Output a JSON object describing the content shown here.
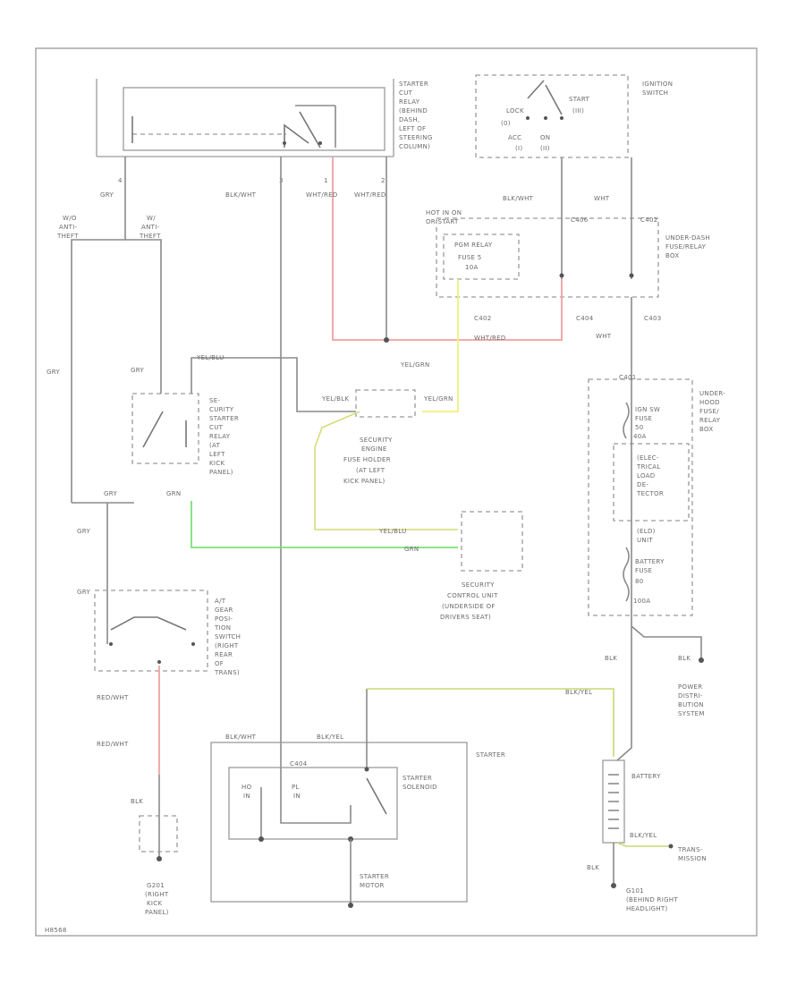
{
  "colors": {
    "wire": "#8a8a8a",
    "wire_red": "#f0a0a0",
    "wire_yellow": "#f2f07a",
    "wire_green": "#7de07a",
    "wire_yellow_green": "#c8d870",
    "frame": "#9a9a9a"
  },
  "components": {
    "starter_cut_relay": [
      "STARTER",
      "CUT",
      "RELAY",
      "(BEHIND",
      "DASH,",
      "LEFT OF",
      "STEERING",
      "COLUMN)"
    ],
    "ignition_switch": [
      "IGNITION",
      "SWITCH"
    ],
    "switch_positions": {
      "lock": "LOCK",
      "lock_num": "(0)",
      "acc": "ACC",
      "acc_num": "(I)",
      "on": "ON",
      "on_num": "(II)",
      "start": "START",
      "start_num": "(III)"
    },
    "underdash_box": [
      "UNDER-DASH",
      "FUSE/RELAY",
      "BOX"
    ],
    "hot_in_on": [
      "HOT IN ON",
      "OR START"
    ],
    "fuse5": [
      "FUSE 5",
      "10A"
    ],
    "pgm_relay": "PGM RELAY",
    "underhood_box": [
      "UNDER-",
      "HOOD",
      "FUSE/",
      "RELAY",
      "BOX"
    ],
    "ign_sw_fuse": [
      "IGN SW",
      "FUSE",
      "50",
      "40A"
    ],
    "elec_load": [
      "(ELEC-",
      "TRICAL",
      "LOAD",
      "DE-",
      "TECTOR",
      "(ELD)",
      "UNIT"
    ],
    "battery_fuse": [
      "BATTERY",
      "FUSE",
      "80",
      "100A"
    ],
    "security_starter_cut": [
      "SE-",
      "CURITY",
      "STARTER",
      "CUT",
      "RELAY",
      "(AT",
      "LEFT",
      "KICK",
      "PANEL)"
    ],
    "security_fuse_holder": [
      "SECURITY",
      "ENGINE",
      "FUSE HOLDER",
      "(AT LEFT",
      "KICK PANEL)"
    ],
    "security_control_unit": [
      "SECURITY",
      "CONTROL UNIT",
      "(UNDERSIDE OF",
      "DRIVERS SEAT)"
    ],
    "gear_switch": [
      "A/T",
      "GEAR",
      "POSI-",
      "TION",
      "SWITCH",
      "(RIGHT",
      "REAR",
      "OF",
      "TRANS)"
    ],
    "power_distribution": [
      "POWER",
      "DISTRI-",
      "BUTION",
      "SYSTEM"
    ],
    "battery": "BATTERY",
    "starter": "STARTER",
    "starter_solenoid": [
      "STARTER",
      "SOLENOID"
    ],
    "starter_motor": [
      "STARTER",
      "MOTOR"
    ],
    "hold_in": [
      "HO",
      "IN"
    ],
    "pull_in": [
      "PL",
      "IN"
    ],
    "transmission": [
      "TRANS-",
      "MISSION"
    ],
    "g201": [
      "G201",
      "(RIGHT",
      "KICK",
      "PANEL)"
    ],
    "g101": [
      "G101",
      "(BEHIND RIGHT",
      "HEADLIGHT)"
    ],
    "mt_safety": [
      "W/O",
      "ANTI-",
      "THEFT"
    ],
    "at_antitheft": [
      "W/",
      "ANTI-",
      "THEFT"
    ]
  },
  "wires": {
    "gry": "GRY",
    "blk_wht": "BLK/WHT",
    "wht_red": "WHT/RED",
    "wht": "WHT",
    "yel_grn": "YEL/GRN",
    "yel_blk": "YEL/BLK",
    "wht_red_long": "WHT/RED",
    "yel_blu": "YEL/BLU",
    "grn": "GRN",
    "red_wht": "RED/WHT",
    "blk": "BLK",
    "blk_yel": "BLK/YEL",
    "blk_wht_bat": "BLK/YEL",
    "ign_blk_wht": "BLK/WHT",
    "c406": "C406",
    "c402": "C402",
    "c401": "C401",
    "c404": "C404",
    "c403": "C403",
    "c404b": "C404"
  },
  "footer_code": "H8568"
}
